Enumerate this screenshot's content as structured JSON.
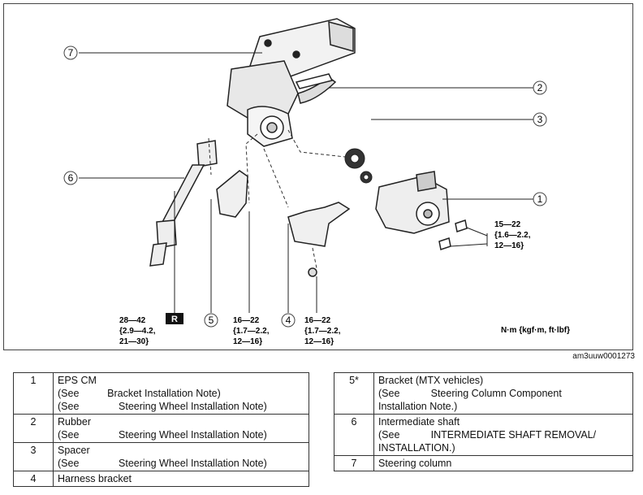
{
  "diagram": {
    "callouts": [
      "1",
      "2",
      "3",
      "4",
      "5",
      "6",
      "7"
    ],
    "symbol_r": "R",
    "torque_1": [
      "15—22",
      "{1.6—2.2,",
      "12—16}"
    ],
    "torque_column": [
      "28—42",
      "{2.9—4.2,",
      "21—30}"
    ],
    "torque_bracket": [
      "16—22",
      "{1.7—2.2,",
      "12—16}"
    ],
    "torque_harness": [
      "16—22",
      "{1.7—2.2,",
      "12—16}"
    ],
    "units": "N·m {kgf·m, ft·lbf}",
    "code": "am3uuw0001273"
  },
  "table_left": [
    {
      "num": "1",
      "lines": [
        "EPS CM",
        "(See          Bracket Installation Note)",
        "(See              Steering Wheel Installation Note)"
      ]
    },
    {
      "num": "2",
      "lines": [
        "Rubber",
        "(See              Steering Wheel Installation Note)"
      ]
    },
    {
      "num": "3",
      "lines": [
        "Spacer",
        "(See              Steering Wheel Installation Note)"
      ]
    },
    {
      "num": "4",
      "lines": [
        "Harness bracket"
      ]
    }
  ],
  "table_right": [
    {
      "num": "5*",
      "lines": [
        "Bracket (MTX vehicles)",
        "(See           Steering Column Component",
        "Installation Note.)"
      ]
    },
    {
      "num": "6",
      "lines": [
        "Intermediate shaft",
        "(See           INTERMEDIATE SHAFT REMOVAL/",
        "INSTALLATION.)"
      ]
    },
    {
      "num": "7",
      "lines": [
        "Steering column"
      ]
    }
  ]
}
